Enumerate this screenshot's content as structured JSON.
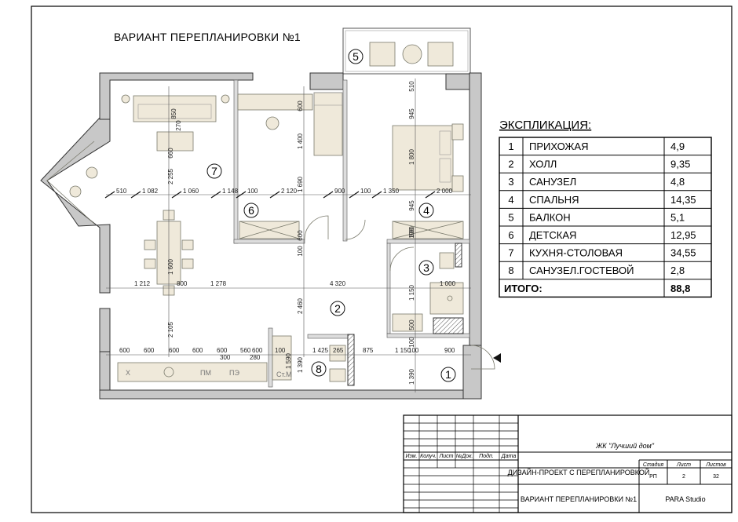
{
  "plan": {
    "title": "ВАРИАНТ ПЕРЕПЛАНИРОВКИ №1",
    "room_markers": [
      "1",
      "2",
      "3",
      "4",
      "5",
      "6",
      "7",
      "8"
    ],
    "appliance_labels": {
      "fridge": "Х",
      "dishwasher": "ПМ",
      "stove": "ПЭ",
      "washer": "Ст.М"
    },
    "dimensions": {
      "top_row": [
        "510",
        "1 082",
        "1 060",
        "1 148",
        "100",
        "2 120",
        "900",
        "100",
        "1 350",
        "2 000"
      ],
      "mid_row": [
        "1 212",
        "800",
        "1 278",
        "4 320",
        "1 000"
      ],
      "bottom_row": [
        "600",
        "600",
        "600",
        "600",
        "600",
        "560",
        "600",
        "300",
        "280",
        "100",
        "1 425",
        "265",
        "875",
        "1 150",
        "100",
        "900"
      ],
      "vertical": [
        "850",
        "270",
        "660",
        "2 255",
        "1 600",
        "2 105",
        "600",
        "1 400",
        "1 690",
        "600",
        "100",
        "2 460",
        "1 390",
        "945",
        "1 800",
        "945",
        "510",
        "600",
        "100",
        "1 150",
        "500",
        "100",
        "1 390",
        "1 590"
      ]
    },
    "colors": {
      "wall": "#c8c8c8",
      "furniture": "#efe9da",
      "line": "#333333"
    }
  },
  "explication": {
    "heading": "ЭКСПЛИКАЦИЯ:",
    "rows": [
      {
        "num": "1",
        "name": "ПРИХОЖАЯ",
        "area": "4,9"
      },
      {
        "num": "2",
        "name": "ХОЛЛ",
        "area": "9,35"
      },
      {
        "num": "3",
        "name": "САНУЗЕЛ",
        "area": "4,8"
      },
      {
        "num": "4",
        "name": "СПАЛЬНЯ",
        "area": "14,35"
      },
      {
        "num": "5",
        "name": "БАЛКОН",
        "area": "5,1"
      },
      {
        "num": "6",
        "name": "ДЕТСКАЯ",
        "area": "12,95"
      },
      {
        "num": "7",
        "name": "КУХНЯ-СТОЛОВАЯ",
        "area": "34,55"
      },
      {
        "num": "8",
        "name": "САНУЗЕЛ.ГОСТЕВОЙ",
        "area": "2,8"
      }
    ],
    "total_label": "ИТОГО:",
    "total_value": "88,8"
  },
  "stamp": {
    "object": "ЖК \"Лучший дом\"",
    "headers": [
      "Изм.",
      "Колуч.",
      "Лист",
      "№Док.",
      "Подп.",
      "Дата"
    ],
    "project": "ДИЗАЙН-ПРОЕКТ С ПЕРЕПЛАНИРОВКОЙ",
    "sheet_title": "ВАРИАНТ ПЕРЕПЛАНИРОВКИ №1",
    "stage_label": "Стадия",
    "sheet_label": "Лист",
    "sheets_label": "Листов",
    "stage": "РП",
    "sheet": "2",
    "sheets": "32",
    "studio": "PARA Studio"
  }
}
